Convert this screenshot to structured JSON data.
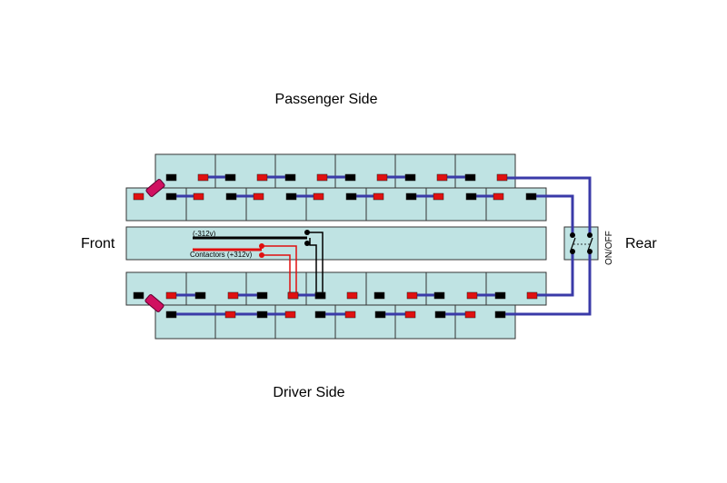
{
  "labels": {
    "passenger_side": "Passenger Side",
    "driver_side": "Driver Side",
    "front": "Front",
    "rear": "Rear",
    "switch": "ON/OFF",
    "negative": "(-312v)",
    "contactors": "Contactors (+312v)"
  },
  "colors": {
    "battery_fill": "#bfe3e3",
    "battery_stroke": "#333333",
    "bus_bar": "#3a3aa8",
    "terminal_positive": "#e01010",
    "terminal_negative": "#000000",
    "fuse": "#d01060",
    "positive_lead": "#e01010",
    "negative_lead": "#000000"
  },
  "battery_bank": {
    "passenger_back_row_modules": 6,
    "passenger_front_row_modules": 7,
    "driver_back_row_modules": 6,
    "driver_front_row_modules": 7
  },
  "icons": {
    "fuse": "fuse-icon",
    "switch": "dpst-switch-icon"
  }
}
